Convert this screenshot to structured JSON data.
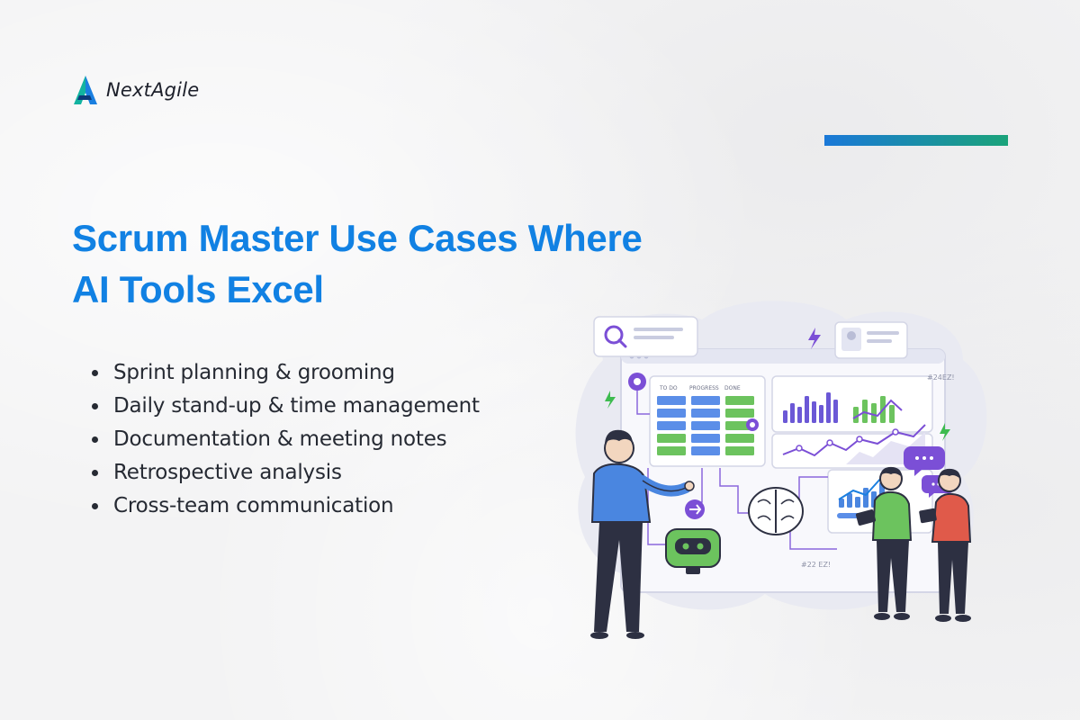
{
  "brand": {
    "name": "NextAgile",
    "colors": {
      "title": "#1181e3",
      "accent_start": "#1a78d8",
      "accent_end": "#1aa37a",
      "text": "#262a33"
    }
  },
  "title": {
    "line1": "Scrum Master Use Cases Where",
    "line2": "AI Tools Excel"
  },
  "bullets": [
    "Sprint planning & grooming",
    "Daily stand-up & time management",
    "Documentation & meeting notes",
    "Retrospective analysis",
    "Cross-team communication"
  ],
  "illustration": {
    "kanban_headers": [
      "TO DO",
      "PROGRESS",
      "DONE"
    ],
    "tag_top": "#24EZ!",
    "tag_bottom": "#22 EZ!",
    "icons": [
      "search-icon",
      "gear-icon",
      "lightning-icon",
      "brain-icon",
      "robot-icon",
      "chat-bubble-icon",
      "profile-card-icon"
    ]
  }
}
